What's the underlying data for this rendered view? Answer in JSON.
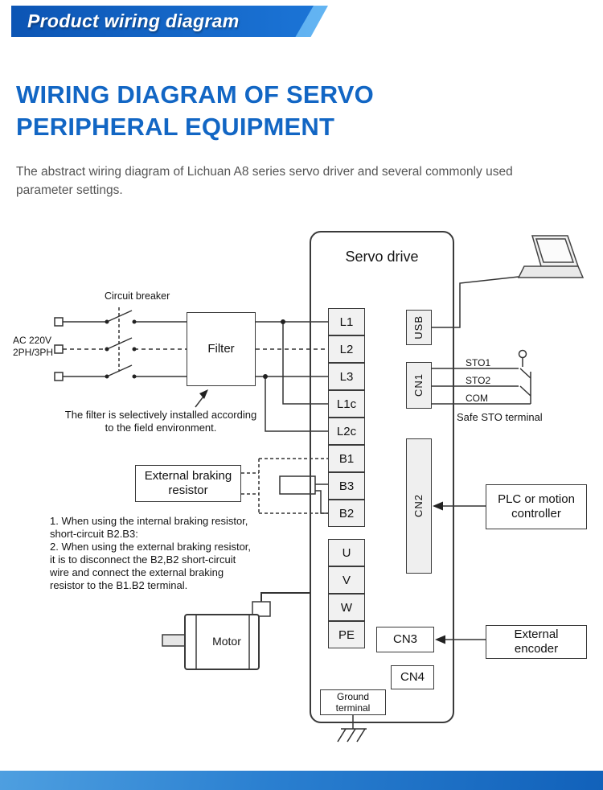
{
  "banner": {
    "title": "Product wiring diagram"
  },
  "heading": {
    "line1": "WIRING DIAGRAM OF SERVO",
    "line2": "PERIPHERAL EQUIPMENT"
  },
  "intro": "The abstract wiring diagram of Lichuan A8 series servo driver and several commonly used parameter settings.",
  "diagram": {
    "servo_drive": "Servo drive",
    "power_terminals": [
      "L1",
      "L2",
      "L3",
      "L1c",
      "L2c",
      "B1",
      "B3",
      "B2"
    ],
    "output_terminals": [
      "U",
      "V",
      "W",
      "PE"
    ],
    "connectors": {
      "usb": "USB",
      "cn1": "CN1",
      "cn2": "CN2",
      "cn3": "CN3",
      "cn4": "CN4"
    },
    "ac_input": {
      "line1": "AC 220V",
      "line2": "2PH/3PH"
    },
    "circuit_breaker_label": "Circuit breaker",
    "filter_label": "Filter",
    "filter_note": "The filter is selectively installed according\nto the field environment.",
    "braking_resistor_label": "External braking\nresistor",
    "braking_notes": "1. When using the internal braking resistor,\nshort-circuit B2.B3:\n2. When using the external braking resistor,\nit is to disconnect the B2,B2 short-circuit\nwire and connect the external braking\nresistor to the B1.B2 terminal.",
    "motor_label": "Motor",
    "sto": {
      "sto1": "STO1",
      "sto2": "STO2",
      "com": "COM",
      "caption": "Safe STO terminal"
    },
    "plc_label": "PLC or motion\ncontroller",
    "encoder_label": "External\nencoder",
    "ground_label": "Ground\nterminal"
  },
  "colors": {
    "banner_blue_dark": "#0c55b4",
    "banner_blue_light": "#4aa0e8",
    "heading_blue": "#1266c4",
    "body_gray": "#555555",
    "line_dark": "#333333",
    "terminal_gray": "#f1f1f1"
  }
}
